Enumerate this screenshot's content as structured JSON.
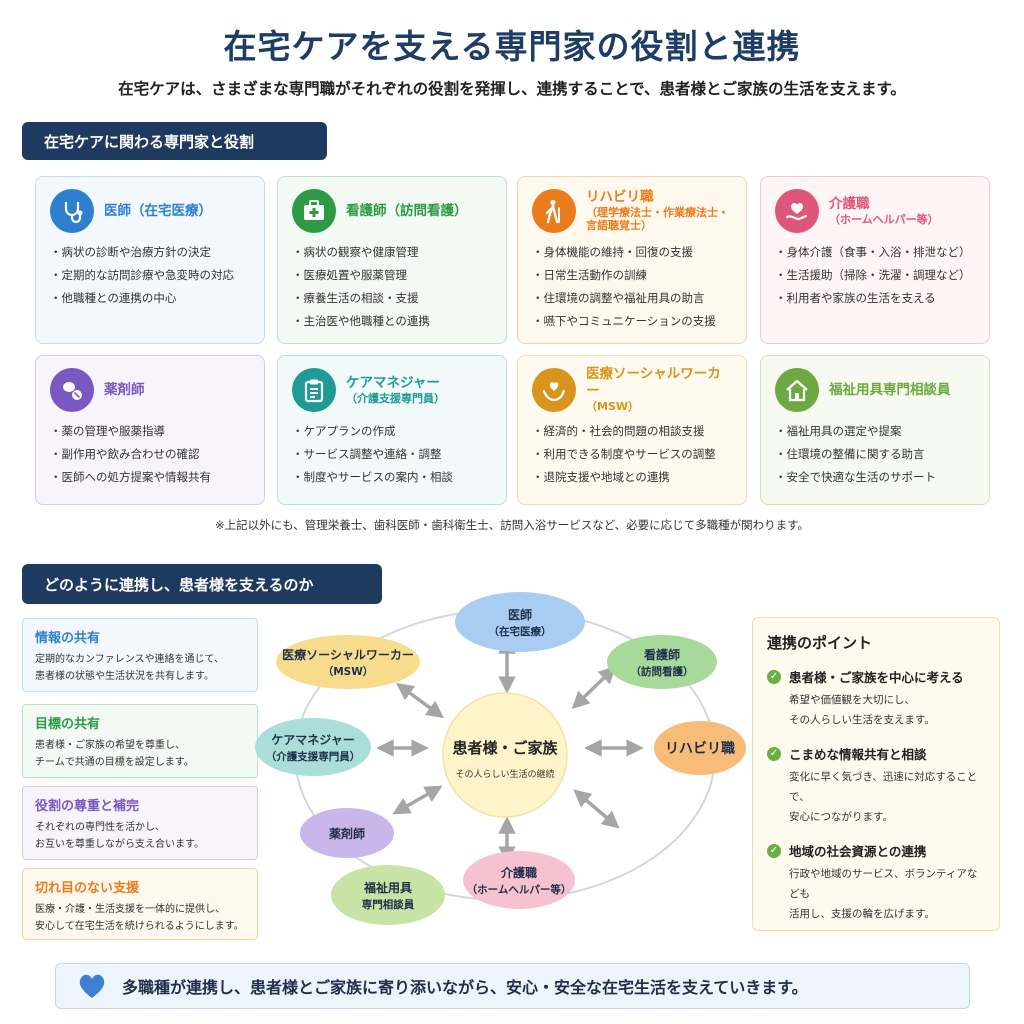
{
  "header": {
    "title": "在宅ケアを支える専門家の役割と連携",
    "subtitle": "在宅ケアは、さまざまな専門職がそれぞれの役割を発揮し、連携することで、患者様とご家族の生活を支えます。"
  },
  "section1": {
    "label": "在宅ケアに関わる専門家と役割"
  },
  "cards": [
    {
      "icon": "stethoscope-icon",
      "title": "医師（在宅医療）",
      "sub": "",
      "color": "#2f7fd1",
      "bg": "#f3f8fe",
      "border": "#c5dbf3",
      "items": [
        "病状の診断や治療方針の決定",
        "定期的な訪問診療や急変時の対応",
        "他職種との連携の中心"
      ]
    },
    {
      "icon": "medical-kit-icon",
      "title": "看護師（訪問看護）",
      "sub": "",
      "color": "#2e9a45",
      "bg": "#f3faf3",
      "border": "#bfe0c2",
      "items": [
        "病状の観察や健康管理",
        "医療処置や服薬管理",
        "療養生活の相談・支援",
        "主治医や他職種との連携"
      ]
    },
    {
      "icon": "walking-cane-icon",
      "title": "リハビリ職",
      "sub": "（理学療法士・作業療法士・言語聴覚士）",
      "color": "#ea7c1c",
      "bg": "#fff8ef",
      "border": "#f4d2a8",
      "items": [
        "身体機能の維持・回復の支援",
        "日常生活動作の訓練",
        "住環境の調整や福祉用具の助言",
        "嚥下やコミュニケーションの支援"
      ]
    },
    {
      "icon": "heart-hand-icon",
      "title": "介護職",
      "sub": "（ホームヘルパー等）",
      "color": "#e0567a",
      "bg": "#fff4f6",
      "border": "#f3c6d1",
      "items": [
        "身体介護（食事・入浴・排泄など）",
        "生活援助（掃除・洗濯・調理など）",
        "利用者や家族の生活を支える"
      ]
    },
    {
      "icon": "pills-icon",
      "title": "薬剤師",
      "sub": "",
      "color": "#7a58c2",
      "bg": "#f7f4fc",
      "border": "#d6cbee",
      "items": [
        "薬の管理や服薬指導",
        "副作用や飲み合わせの確認",
        "医師への処方提案や情報共有"
      ]
    },
    {
      "icon": "clipboard-icon",
      "title": "ケアマネジャー",
      "sub": "（介護支援専門員）",
      "color": "#1f9a94",
      "bg": "#f1faf9",
      "border": "#b7e0dc",
      "items": [
        "ケアプランの作成",
        "サービス調整や連絡・調整",
        "制度やサービスの案内・相談"
      ]
    },
    {
      "icon": "hand-heart-icon",
      "title": "医療ソーシャルワーカー",
      "sub": "（MSW）",
      "color": "#d8941c",
      "bg": "#fffaef",
      "border": "#f1dcaa",
      "items": [
        "経済的・社会的問題の相談支援",
        "利用できる制度やサービスの調整",
        "退院支援や地域との連携"
      ]
    },
    {
      "icon": "house-icon",
      "title": "福祉用具専門相談員",
      "sub": "",
      "color": "#6ea842",
      "bg": "#f6faf1",
      "border": "#cfe3bd",
      "items": [
        "福祉用具の選定や提案",
        "住環境の整備に関する助言",
        "安全で快適な生活のサポート"
      ]
    }
  ],
  "note": "※上記以外にも、管理栄養士、歯科医師・歯科衛生士、訪問入浴サービスなど、必要に応じて多職種が関わります。",
  "section2": {
    "label": "どのように連携し、患者様を支えるのか"
  },
  "sideboxes": [
    {
      "title": "情報の共有",
      "text": [
        "定期的なカンファレンスや連絡を通じて、",
        "患者様の状態や生活状況を共有します。"
      ],
      "color": "#2f7fd1",
      "bg": "#f3f8fe",
      "border": "#c5dbf3"
    },
    {
      "title": "目標の共有",
      "text": [
        "患者様・ご家族の希望を尊重し、",
        "チームで共通の目標を設定します。"
      ],
      "color": "#2e9a45",
      "bg": "#f3faf3",
      "border": "#bfe0c2"
    },
    {
      "title": "役割の尊重と補完",
      "text": [
        "それぞれの専門性を活かし、",
        "お互いを尊重しながら支え合います。"
      ],
      "color": "#7a58c2",
      "bg": "#f7f4fc",
      "border": "#d6cbee"
    },
    {
      "title": "切れ目のない支援",
      "text": [
        "医療・介護・生活支援を一体的に提供し、",
        "安心して在宅生活を続けられるようにします。"
      ],
      "color": "#ea7c1c",
      "bg": "#fff8ef",
      "border": "#f4d2a8"
    }
  ],
  "diagram": {
    "center": {
      "title": "患者様・ご家族",
      "sub": "その人らしい生活の継続",
      "fill": "#fff4c9"
    },
    "nodes": [
      {
        "key": "doctor",
        "line1": "医師",
        "line2": "（在宅医療）",
        "fill": "#a8ccf2"
      },
      {
        "key": "nurse",
        "line1": "看護師",
        "line2": "（訪問看護）",
        "fill": "#a6d99a"
      },
      {
        "key": "rehab",
        "line1": "リハビリ職",
        "line2": "",
        "fill": "#f7bd78"
      },
      {
        "key": "care",
        "line1": "介護職",
        "line2": "（ホームヘルパー等）",
        "fill": "#f6c2d0"
      },
      {
        "key": "welfare",
        "line1": "福祉用具",
        "line2": "専門相談員",
        "fill": "#c7e3a6"
      },
      {
        "key": "pharm",
        "line1": "薬剤師",
        "line2": "",
        "fill": "#c9b7ec"
      },
      {
        "key": "cm",
        "line1": "ケアマネジャー",
        "line2": "（介護支援専門員）",
        "fill": "#a9dedb"
      },
      {
        "key": "msw",
        "line1": "医療ソーシャルワーカー",
        "line2": "（MSW）",
        "fill": "#f6dc8c"
      }
    ]
  },
  "points": {
    "title": "連携のポイント",
    "items": [
      {
        "head": "患者様・ご家族を中心に考える",
        "text": [
          "希望や価値観を大切にし、",
          "その人らしい生活を支えます。"
        ]
      },
      {
        "head": "こまめな情報共有と相談",
        "text": [
          "変化に早く気づき、迅速に対応することで、",
          "安心につながります。"
        ]
      },
      {
        "head": "地域の社会資源との連携",
        "text": [
          "行政や地域のサービス、ボランティアなども",
          "活用し、支援の輪を広げます。"
        ]
      }
    ]
  },
  "footer": {
    "text": "多職種が連携し、患者様とご家族に寄り添いながら、安心・安全な在宅生活を支えていきます。",
    "heart_color": "#3d7fd0"
  }
}
